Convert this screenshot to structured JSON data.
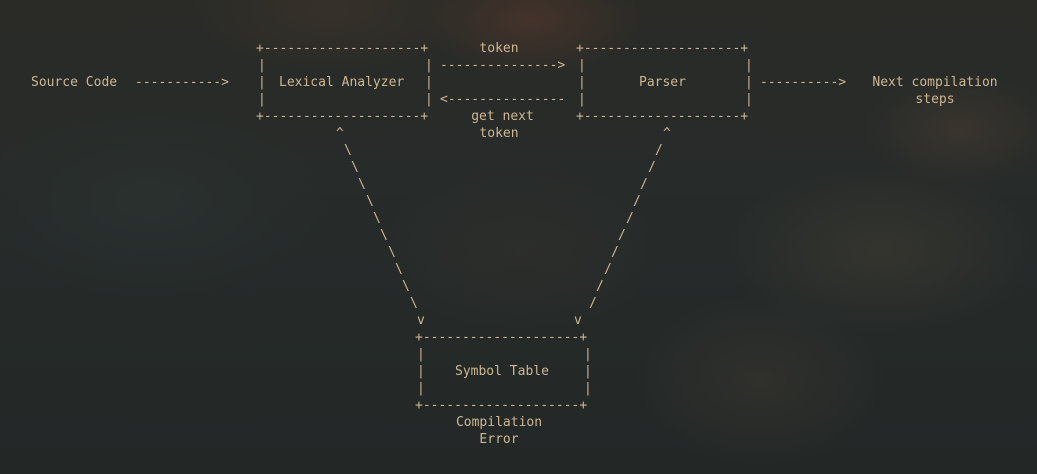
{
  "diagram": {
    "nodes": {
      "source_code": "Source Code",
      "lexical_analyzer": "Lexical Analyzer",
      "parser": "Parser",
      "next_steps_line1": "Next compilation",
      "next_steps_line2": "steps",
      "symbol_table": "Symbol Table"
    },
    "edge_labels": {
      "token": "token",
      "get_next_line1": "get next",
      "get_next_line2": "token",
      "error_line1": "Compilation",
      "error_line2": "Error"
    },
    "ascii": {
      "box_top": "+--------------------+",
      "box_side": "|",
      "arrow_source_to_lexer": "----------->",
      "arrow_lexer_to_parser": "--------------->",
      "arrow_parser_to_lexer": "<---------------",
      "arrow_parser_to_next": "---------->",
      "caret": "^",
      "vee": "v",
      "backslash": "\\",
      "slash": "/"
    }
  }
}
